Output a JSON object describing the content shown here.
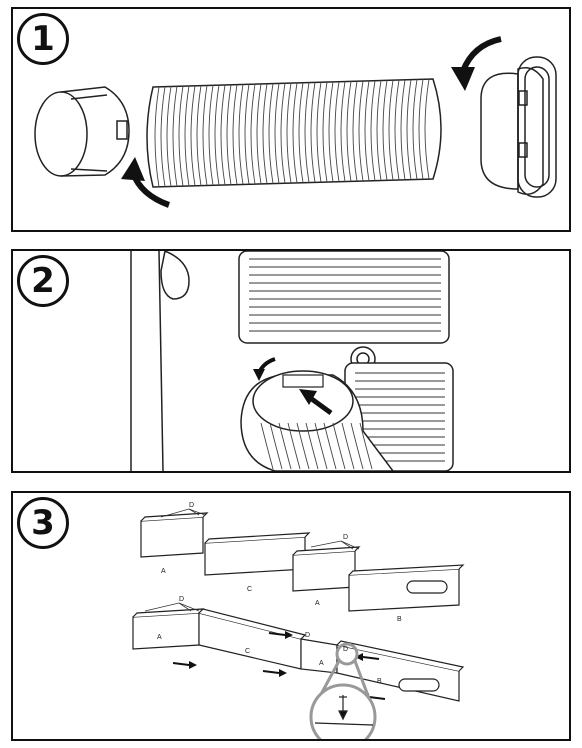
{
  "steps": [
    {
      "number": "1"
    },
    {
      "number": "2"
    },
    {
      "number": "3"
    }
  ],
  "step3_labels": {
    "a": "A",
    "b": "B",
    "c": "C",
    "d": "D"
  }
}
